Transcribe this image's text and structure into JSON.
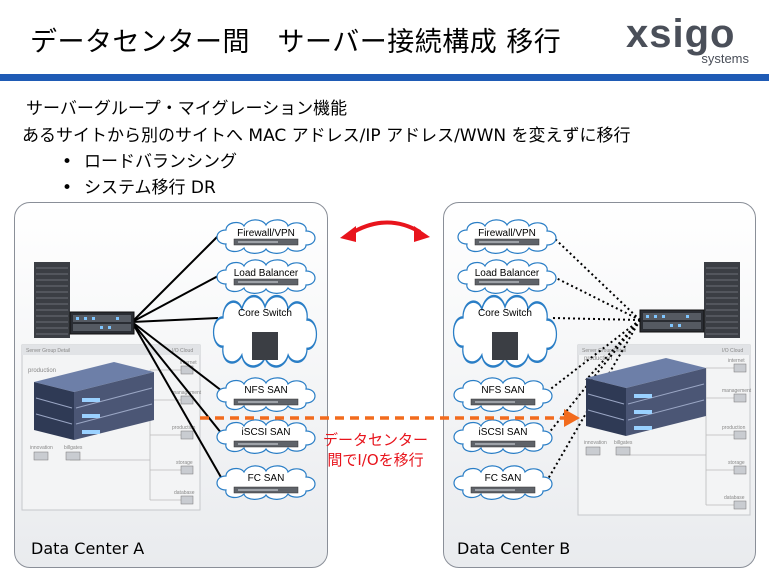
{
  "slide": {
    "title": "データセンター間　サーバー接続構成 移行",
    "logo": {
      "main": "xsigo",
      "sub": "systems",
      "color": "#4a4f59"
    },
    "rule_color": "#1f5bb5",
    "heading": "サーバーグループ・マイグレーション機能",
    "subline": "あるサイトから別のサイトへ MAC アドレス/IP アドレス/WWN を変えずに移行",
    "bullets": [
      "ロードバランシング",
      "システム移行  DR"
    ]
  },
  "datacenters": {
    "a": {
      "label": "Data Center A"
    },
    "b": {
      "label": "Data Center B"
    }
  },
  "clouds": {
    "left": [
      "Firewall/VPN",
      "Load Balancer",
      "Core Switch",
      "NFS SAN",
      "iSCSI SAN",
      "FC SAN"
    ],
    "right": [
      "Firewall/VPN",
      "Load Balancer",
      "Core Switch",
      "NFS SAN",
      "iSCSI SAN",
      "FC SAN"
    ]
  },
  "migration": {
    "line1": "データセンター",
    "line2": "間でI/Oを移行",
    "color": "#e8141c",
    "arrow_color": "#f26b1d"
  },
  "console": {
    "header": "Server Group Detail",
    "header_right": "I/O Cloud",
    "production": "production",
    "nodes": [
      "internet",
      "management",
      "production",
      "storage",
      "database"
    ],
    "devices": [
      "innovation",
      "billgates"
    ]
  }
}
